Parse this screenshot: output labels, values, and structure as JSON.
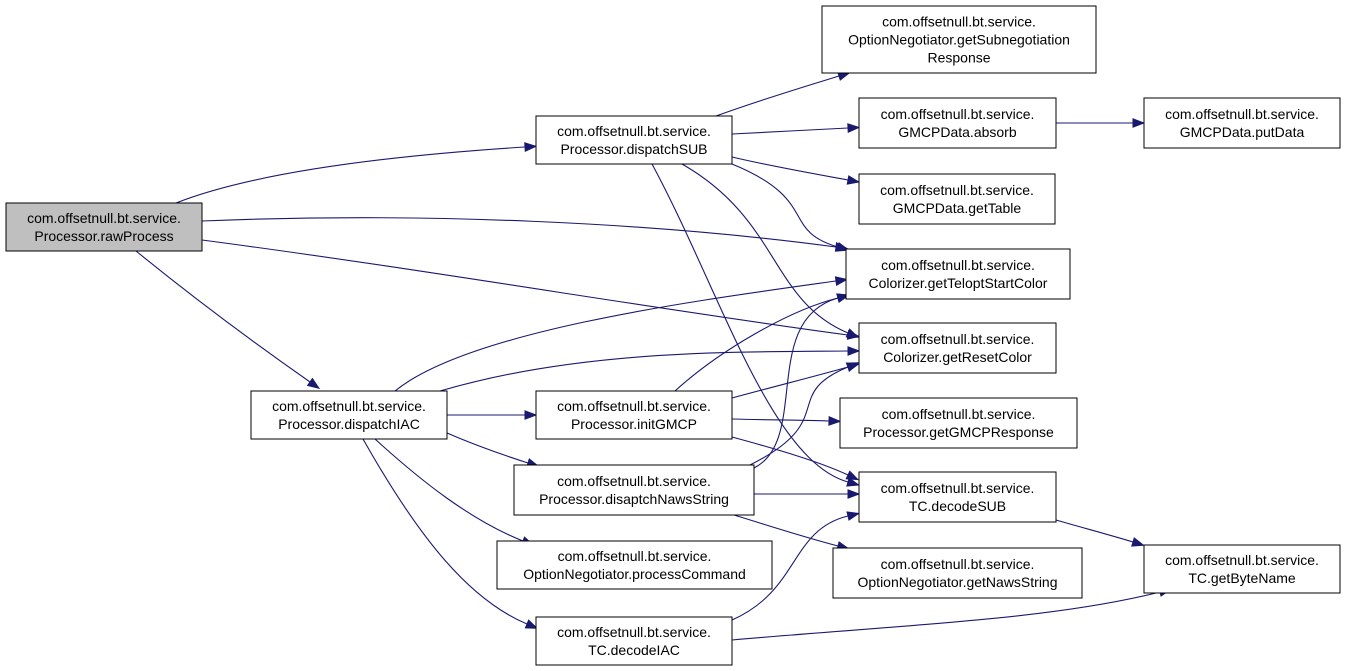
{
  "graph": {
    "nodes": [
      {
        "id": "rawProcess",
        "lines": [
          "com.offsetnull.bt.service.",
          "Processor.rawProcess"
        ],
        "root": true
      },
      {
        "id": "dispatchSUB",
        "lines": [
          "com.offsetnull.bt.service.",
          "Processor.dispatchSUB"
        ]
      },
      {
        "id": "dispatchIAC",
        "lines": [
          "com.offsetnull.bt.service.",
          "Processor.dispatchIAC"
        ]
      },
      {
        "id": "getSubnegotiationResponse",
        "lines": [
          "com.offsetnull.bt.service.",
          "OptionNegotiator.getSubnegotiation",
          "Response"
        ]
      },
      {
        "id": "absorb",
        "lines": [
          "com.offsetnull.bt.service.",
          "GMCPData.absorb"
        ]
      },
      {
        "id": "putData",
        "lines": [
          "com.offsetnull.bt.service.",
          "GMCPData.putData"
        ]
      },
      {
        "id": "getTable",
        "lines": [
          "com.offsetnull.bt.service.",
          "GMCPData.getTable"
        ]
      },
      {
        "id": "getTeloptStartColor",
        "lines": [
          "com.offsetnull.bt.service.",
          "Colorizer.getTeloptStartColor"
        ]
      },
      {
        "id": "getResetColor",
        "lines": [
          "com.offsetnull.bt.service.",
          "Colorizer.getResetColor"
        ]
      },
      {
        "id": "initGMCP",
        "lines": [
          "com.offsetnull.bt.service.",
          "Processor.initGMCP"
        ]
      },
      {
        "id": "getGMCPResponse",
        "lines": [
          "com.offsetnull.bt.service.",
          "Processor.getGMCPResponse"
        ]
      },
      {
        "id": "disaptchNawsString",
        "lines": [
          "com.offsetnull.bt.service.",
          "Processor.disaptchNawsString"
        ]
      },
      {
        "id": "decodeSUB",
        "lines": [
          "com.offsetnull.bt.service.",
          "TC.decodeSUB"
        ]
      },
      {
        "id": "getByteName",
        "lines": [
          "com.offsetnull.bt.service.",
          "TC.getByteName"
        ]
      },
      {
        "id": "processCommand",
        "lines": [
          "com.offsetnull.bt.service.",
          "OptionNegotiator.processCommand"
        ]
      },
      {
        "id": "getNawsString",
        "lines": [
          "com.offsetnull.bt.service.",
          "OptionNegotiator.getNawsString"
        ]
      },
      {
        "id": "decodeIAC",
        "lines": [
          "com.offsetnull.bt.service.",
          "TC.decodeIAC"
        ]
      }
    ],
    "edges": [
      {
        "from": "rawProcess",
        "to": "dispatchSUB"
      },
      {
        "from": "rawProcess",
        "to": "getTeloptStartColor"
      },
      {
        "from": "rawProcess",
        "to": "getResetColor"
      },
      {
        "from": "rawProcess",
        "to": "dispatchIAC"
      },
      {
        "from": "dispatchSUB",
        "to": "getSubnegotiationResponse"
      },
      {
        "from": "dispatchSUB",
        "to": "absorb"
      },
      {
        "from": "dispatchSUB",
        "to": "getTable"
      },
      {
        "from": "dispatchSUB",
        "to": "getTeloptStartColor"
      },
      {
        "from": "dispatchSUB",
        "to": "getResetColor"
      },
      {
        "from": "dispatchSUB",
        "to": "decodeSUB"
      },
      {
        "from": "absorb",
        "to": "putData"
      },
      {
        "from": "dispatchIAC",
        "to": "getTeloptStartColor"
      },
      {
        "from": "dispatchIAC",
        "to": "getResetColor"
      },
      {
        "from": "dispatchIAC",
        "to": "initGMCP"
      },
      {
        "from": "dispatchIAC",
        "to": "disaptchNawsString"
      },
      {
        "from": "dispatchIAC",
        "to": "processCommand"
      },
      {
        "from": "dispatchIAC",
        "to": "decodeIAC"
      },
      {
        "from": "initGMCP",
        "to": "getTeloptStartColor"
      },
      {
        "from": "initGMCP",
        "to": "getResetColor"
      },
      {
        "from": "initGMCP",
        "to": "getGMCPResponse"
      },
      {
        "from": "initGMCP",
        "to": "decodeSUB"
      },
      {
        "from": "disaptchNawsString",
        "to": "getTeloptStartColor"
      },
      {
        "from": "disaptchNawsString",
        "to": "getResetColor"
      },
      {
        "from": "disaptchNawsString",
        "to": "decodeSUB"
      },
      {
        "from": "disaptchNawsString",
        "to": "getNawsString"
      },
      {
        "from": "decodeSUB",
        "to": "getByteName"
      },
      {
        "from": "decodeIAC",
        "to": "decodeSUB"
      },
      {
        "from": "decodeIAC",
        "to": "getByteName"
      }
    ]
  }
}
